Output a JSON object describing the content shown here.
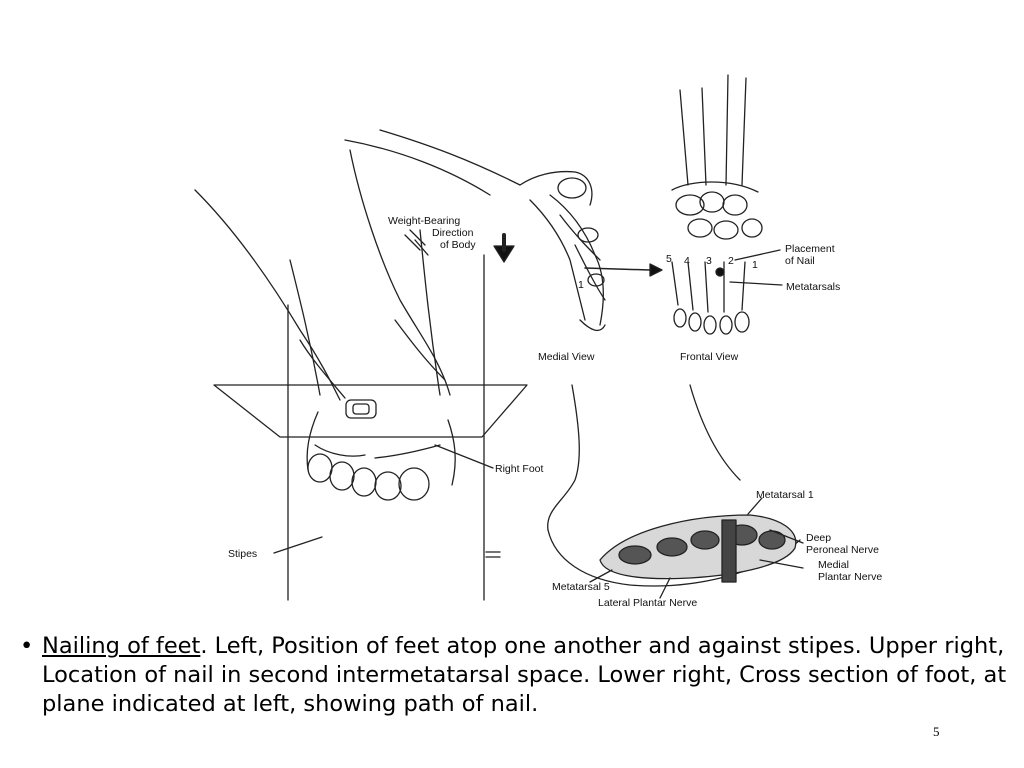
{
  "figure": {
    "labels": {
      "weight_line1": "Weight-Bearing",
      "weight_line2": "Direction",
      "weight_line3": "of Body",
      "medial_view": "Medial View",
      "frontal_view": "Frontal View",
      "placement_line1": "Placement",
      "placement_line2": "of Nail",
      "metatarsals": "Metatarsals",
      "digit_numbers": [
        "5",
        "4",
        "3",
        "2",
        "1"
      ],
      "medial_digit": "1",
      "right_foot": "Right Foot",
      "stipes": "Stipes",
      "metatarsal_1": "Metatarsal 1",
      "deep_line1": "Deep",
      "deep_line2": "Peroneal Nerve",
      "medial_plantar_line1": "Medial",
      "medial_plantar_line2": "Plantar Nerve",
      "metatarsal_5": "Metatarsal 5",
      "lateral_plantar": "Lateral Plantar Nerve"
    }
  },
  "caption": {
    "bullet": "•",
    "title": "Nailing of feet",
    "text": ". Left, Position of feet atop one another and against stipes. Upper right, Location of nail in second intermetatarsal space. Lower right, Cross section of foot, at plane indicated at left, showing path of nail."
  },
  "slide_number": "5"
}
